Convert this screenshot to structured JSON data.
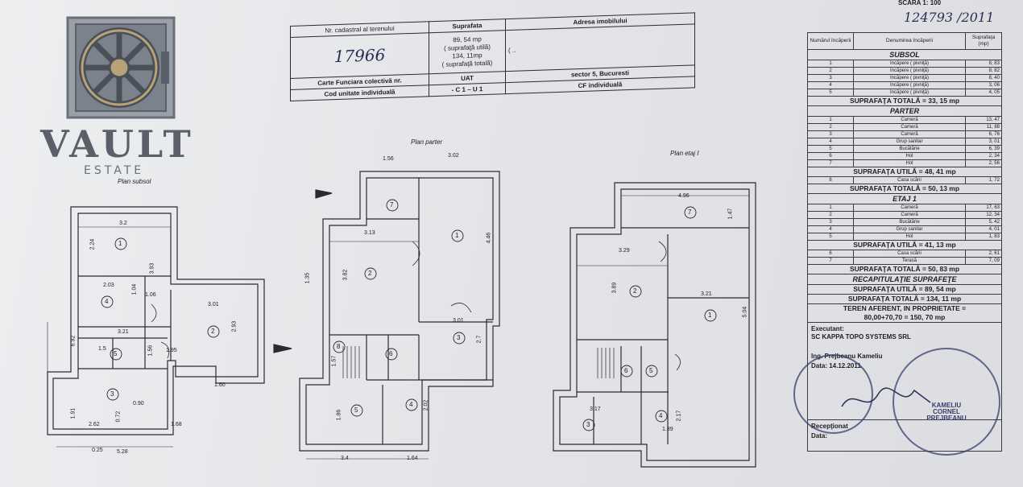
{
  "scale": "SCARA 1: 100",
  "handwritten_ref": "124793 /2011",
  "logo": {
    "word": "VAULT",
    "sub": "ESTATE",
    "icon": "vault-wheel-icon"
  },
  "cadastral": {
    "h1": "Nr. cadastral al terenului",
    "h2": "Suprafata",
    "h3": "Adresa imobilului",
    "number_handwritten": "17966",
    "area1": "89, 54 mp",
    "area1_note": "( suprafaţă utilă)",
    "area2": "134, 11mp",
    "area2_note": "( suprafaţă totală)",
    "address_mark": "( ..",
    "r3c1": "Carte Funciara colectivă nr.",
    "r3c2": "UAT",
    "r3c3": "sector 5, Bucuresti",
    "r4c1": "Cod unitate individuală",
    "r4c2": "- C 1 – U 1",
    "r4c3": "CF individuală"
  },
  "plans": {
    "subsol": {
      "title": "Plan subsol",
      "dims": [
        "3.2",
        "2.24",
        "3.93",
        "2.03",
        "1.06",
        "1.04",
        "3.21",
        "1.56",
        "1.5",
        "1.95",
        "3.01",
        "2.93",
        "1.60",
        "6.92",
        "0.90",
        "1.91",
        "0.72",
        "2.62",
        "1.68",
        "5.28",
        "0.25"
      ],
      "rooms": [
        "1",
        "2",
        "3",
        "4",
        "5"
      ]
    },
    "parter": {
      "title": "Plan parter",
      "dims": [
        "1.56",
        "3.02",
        "3.13",
        "4.46",
        "3.82",
        "3.01",
        "2.7",
        "3.4",
        "1.64",
        "1.86",
        "2.02",
        "1.57",
        "1.35"
      ],
      "rooms": [
        "1",
        "2",
        "3",
        "4",
        "5",
        "6",
        "7",
        "8"
      ]
    },
    "etaj": {
      "title": "Plan etaj I",
      "dims": [
        "4.96",
        "3.29",
        "3.89",
        "3.21",
        "5.04",
        "3.17",
        "1.89",
        "2.17",
        "1.47"
      ],
      "rooms": [
        "1",
        "2",
        "3",
        "4",
        "5",
        "6",
        "7"
      ]
    }
  },
  "summary": {
    "headers": [
      "Numărul încăperii",
      "Denumirea încăperii",
      "Suprafaţa (mp)"
    ],
    "subsol_title": "SUBSOL",
    "subsol_rows": [
      [
        "1",
        "Incăpere ( pivniţă)",
        "8, 83"
      ],
      [
        "2",
        "Incăpere ( pivniţă)",
        "8, 82"
      ],
      [
        "3",
        "Incăpere ( pivniţă)",
        "8, 40"
      ],
      [
        "4",
        "Incăpere ( pivniţă)",
        "3, 06"
      ],
      [
        "5",
        "Incăpere ( pivniţă)",
        "4, 05"
      ]
    ],
    "subsol_total": "SUPRAFAŢA TOTALĂ = 33, 15 mp",
    "parter_title": "PARTER",
    "parter_rows": [
      [
        "1",
        "Cameră",
        "13, 47"
      ],
      [
        "2",
        "Cameră",
        "11, 88"
      ],
      [
        "3",
        "Cameră",
        "6, 76"
      ],
      [
        "4",
        "Grup sanitar",
        "3, 01"
      ],
      [
        "5",
        "Bucătărie",
        "6, 39"
      ],
      [
        "6",
        "Hol",
        "2, 34"
      ],
      [
        "7",
        "Hol",
        "2, 56"
      ]
    ],
    "parter_util": "SUPRAFAŢA UTILĂ = 48, 41 mp",
    "parter_extra": [
      "8",
      "Casa scării",
      "1, 72"
    ],
    "parter_total": "SUPRAFAŢA TOTALĂ = 50, 13 mp",
    "etaj_title": "ETAJ 1",
    "etaj_rows": [
      [
        "1",
        "Cameră",
        "17, 63"
      ],
      [
        "2",
        "Cameră",
        "12, 34"
      ],
      [
        "3",
        "Bucătărie",
        "5, 42"
      ],
      [
        "4",
        "Grup sanitar",
        "4, 01"
      ],
      [
        "5",
        "Hol",
        "1, 83"
      ]
    ],
    "etaj_util": "SUPRAFAŢA UTILĂ = 41, 13 mp",
    "etaj_extra": [
      [
        "6",
        "Casa scării",
        "2, 61"
      ],
      [
        "7",
        "Terasă",
        "7, 09"
      ]
    ],
    "etaj_total": "SUPRAFAŢA TOTALĂ = 50, 83 mp",
    "recap_title": "RECAPITULAŢIE SUPRAFEŢE",
    "recap_util": "SUPRAFAŢA UTILĂ = 89, 54 mp",
    "recap_total": "SUPRAFAŢA TOTALĂ = 134, 11 mp",
    "teren1": "TEREN AFERENT, IN PROPRIETATE =",
    "teren2": "80,00+70,70 = 150, 70 mp",
    "executant_label": "Executant:",
    "executant": "SC KAPPA TOPO SYSTEMS SRL",
    "ing": "Ing. Prejbeanu Kameliu",
    "data": "Data: 14.12.2011",
    "receptionat": "Recepţionat",
    "data2": "Data:"
  },
  "stamp_text": "KAMELIU CORNEL PREJBEANU"
}
